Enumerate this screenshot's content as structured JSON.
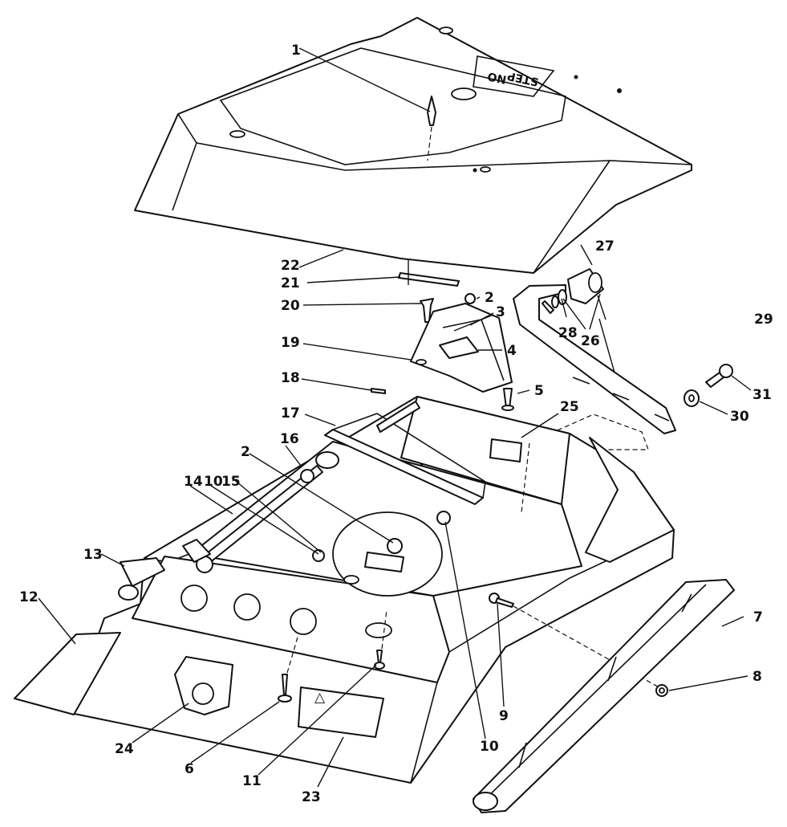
{
  "figure": {
    "decal_text": [
      "NO",
      "STEP"
    ],
    "callouts": [
      "1",
      "2",
      "3",
      "4",
      "5",
      "6",
      "7",
      "8",
      "9",
      "10",
      "11",
      "12",
      "13",
      "14",
      "15",
      "16",
      "17",
      "18",
      "19",
      "20",
      "21",
      "22",
      "23",
      "24",
      "25",
      "26",
      "27",
      "28",
      "29",
      "30",
      "31"
    ]
  }
}
